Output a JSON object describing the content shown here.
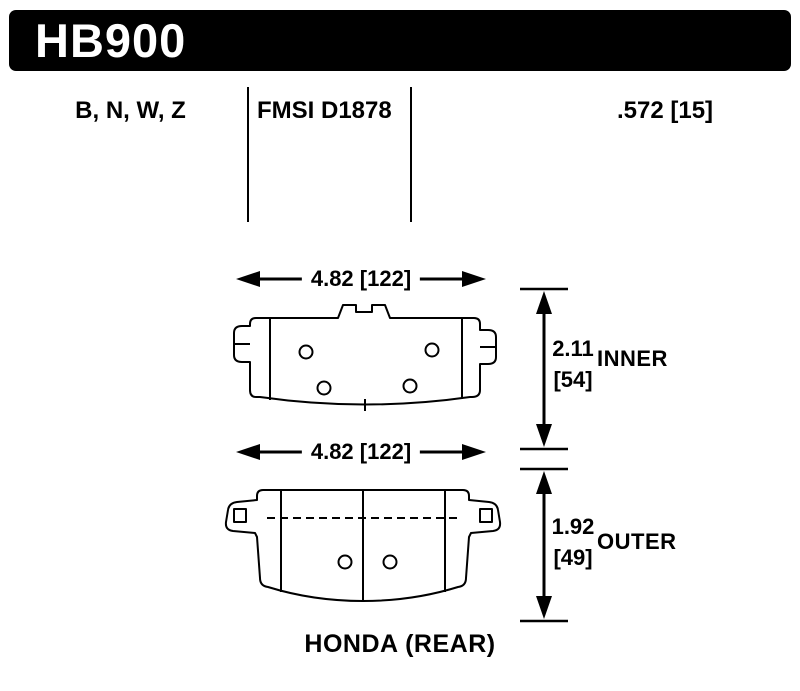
{
  "header": {
    "part_number": "HB900"
  },
  "spec_row": {
    "compounds": "B, N, W, Z",
    "fmsi": "FMSI D1878",
    "thickness": ".572 [15]"
  },
  "inner": {
    "width_dim": "4.82 [122]",
    "height_value": "2.11",
    "height_bracket": "[54]",
    "label": "INNER"
  },
  "outer": {
    "width_dim": "4.82 [122]",
    "height_value": "1.92",
    "height_bracket": "[49]",
    "label": "OUTER"
  },
  "footer": {
    "application": "HONDA (REAR)"
  },
  "colors": {
    "ink": "#000000",
    "paper": "#ffffff"
  }
}
